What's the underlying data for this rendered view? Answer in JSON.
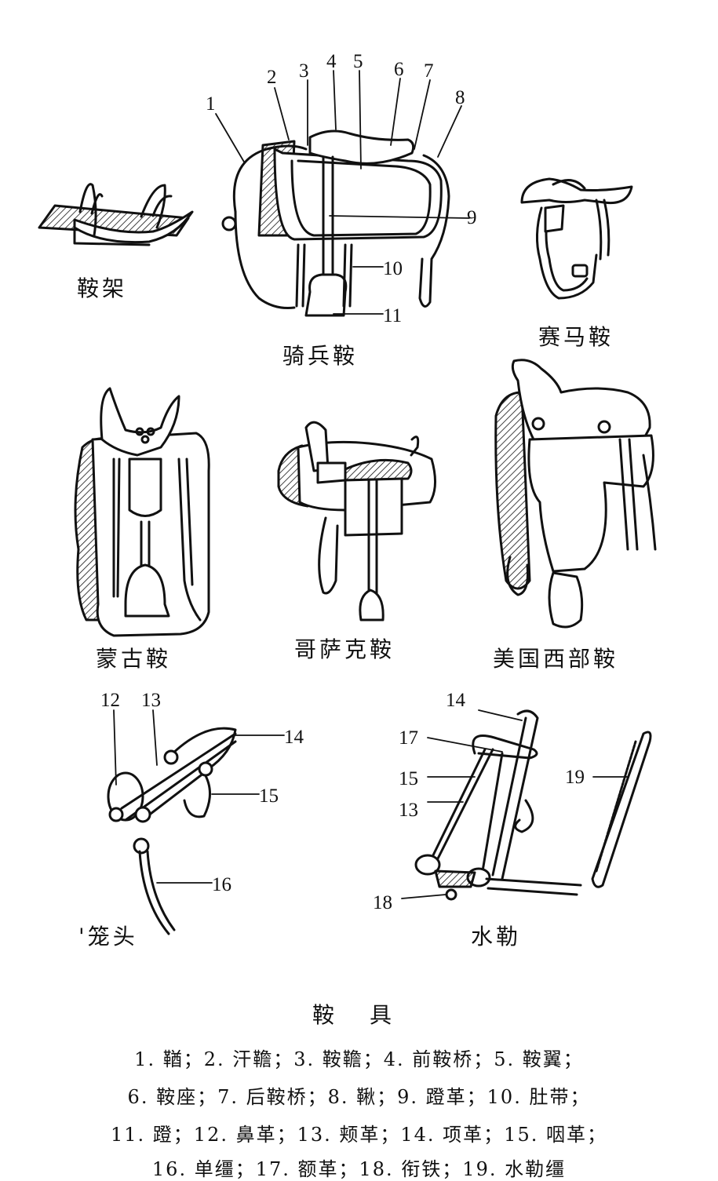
{
  "labels": {
    "saddle_frame": "鞍架",
    "cavalry_saddle": "骑兵鞍",
    "racing_saddle": "赛马鞍",
    "mongolian_saddle": "蒙古鞍",
    "cossack_saddle": "哥萨克鞍",
    "western_saddle": "美国西部鞍",
    "halter": "'笼头",
    "bridle": "水勒"
  },
  "callouts": {
    "n1": "1",
    "n2": "2",
    "n3": "3",
    "n4": "4",
    "n5": "5",
    "n6": "6",
    "n7": "7",
    "n8": "8",
    "n9": "9",
    "n10": "10",
    "n11": "11",
    "n12": "12",
    "n13a": "13",
    "n14a": "14",
    "n15a": "15",
    "n16": "16",
    "n14b": "14",
    "n17": "17",
    "n15b": "15",
    "n13b": "13",
    "n18": "18",
    "n19": "19"
  },
  "title": "鞍 具",
  "legend": [
    "1. 鞧；2. 汗韂；3. 鞍韂；4. 前鞍桥；5. 鞍翼；",
    "6. 鞍座；7. 后鞍桥；8. 鞦；9. 蹬革；10. 肚带；",
    "11. 蹬；12. 鼻革；13. 颊革；14. 项革；15. 咽革；",
    "16. 单缰；17. 额革；18. 衔铁；19. 水勒缰"
  ]
}
